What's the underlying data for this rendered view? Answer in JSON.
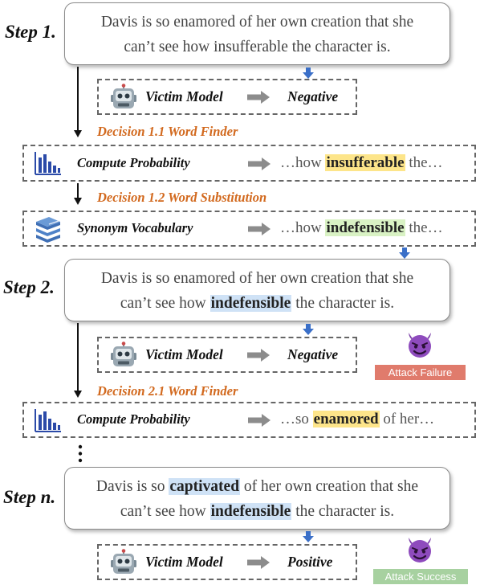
{
  "steps": [
    {
      "label": "Step 1.",
      "sentence": [
        "Davis is so enamored of her own creation that she",
        "can’t see how insufferable the character is."
      ]
    },
    {
      "label": "Step 2.",
      "line1": "Davis is so enamored of her own creation that she",
      "line2_pre": "can’t see how ",
      "line2_hl": "indefensible",
      "line2_post": " the character is."
    },
    {
      "label": "Step n.",
      "line1_pre": "Davis is so ",
      "line1_hl": "captivated",
      "line1_post": " of her own creation that she",
      "line2_pre": "can’t see how ",
      "line2_hl": "indefensible",
      "line2_post": " the character is."
    }
  ],
  "victim": {
    "label": "Victim Model",
    "out1": "Negative",
    "out2": "Negative",
    "outn": "Positive"
  },
  "decisions": {
    "d11": "Decision 1.1  Word Finder",
    "d12": "Decision 1.2  Word Substitution",
    "d21": "Decision 2.1  Word Finder"
  },
  "ops": {
    "compute": "Compute Probability",
    "synonym": "Synonym Vocabulary"
  },
  "snippets": {
    "s1": {
      "pre": "…how ",
      "hl": "insufferable",
      "post": " the…"
    },
    "s2": {
      "pre": "…how ",
      "hl": "indefensible",
      "post": " the…"
    },
    "s3": {
      "pre": "…so ",
      "hl": "enamored",
      "post": " of her…"
    }
  },
  "badges": {
    "failure": "Attack Failure",
    "success": "Attack Success"
  },
  "colors": {
    "arrow_blue": "#3a6fc8",
    "badge_failure": "#e07b6c",
    "badge_success": "#a7d1a0",
    "decision": "#d2691e"
  }
}
